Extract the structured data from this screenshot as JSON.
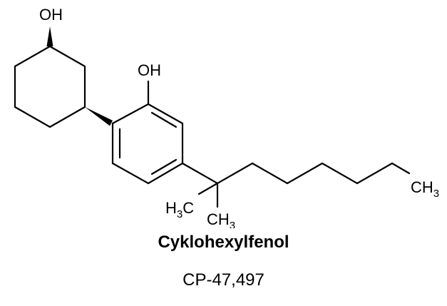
{
  "molecule": {
    "name": "Cyklohexylfenol",
    "code": "CP-47,497",
    "labels": {
      "oh_top": "OH",
      "oh_ring": "OH",
      "ch3_end": "CH",
      "ch3_end_sub": "3",
      "h3c_left_sub": "3",
      "h3c_left": "C",
      "h3c_left_h": "H",
      "ch3_bottom": "CH",
      "ch3_bottom_sub": "3"
    }
  }
}
